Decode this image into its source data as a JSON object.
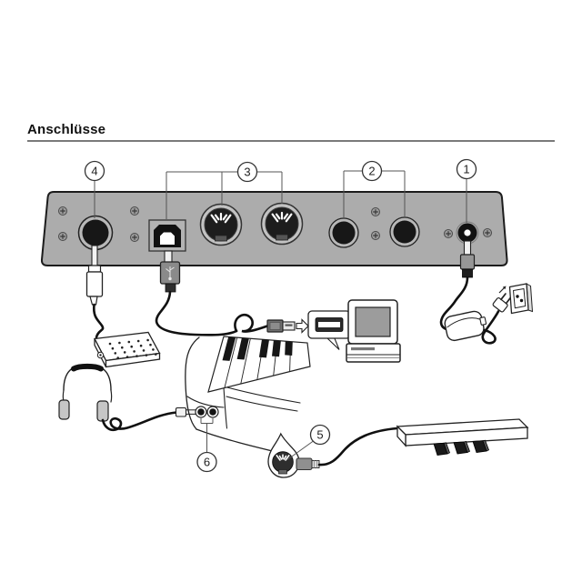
{
  "page": {
    "title": "Anschlüsse"
  },
  "callouts": [
    {
      "number": "1",
      "component": "dc-power-jack"
    },
    {
      "number": "2",
      "component": "line-output-jacks"
    },
    {
      "number": "3",
      "component": "usb-and-midi-ports"
    },
    {
      "number": "4",
      "component": "headphone-output-jack"
    },
    {
      "number": "5",
      "component": "pedal-din-connector"
    },
    {
      "number": "6",
      "component": "front-panel-jacks"
    }
  ],
  "components": {
    "panel": "keyboard-rear-panel",
    "devices": [
      "phone-plug",
      "amp-box",
      "headphones",
      "usb-cable",
      "computer",
      "power-adapter",
      "wall-outlet",
      "keyboard",
      "din-plug-balloon",
      "pedal-unit"
    ]
  },
  "colors": {
    "panel": "#acacac",
    "din_ring": "#c2c2c2",
    "connector_hole": "#1a1a1a",
    "outline": "#222222",
    "cable": "#111111",
    "screen": "#9c9c9c"
  }
}
